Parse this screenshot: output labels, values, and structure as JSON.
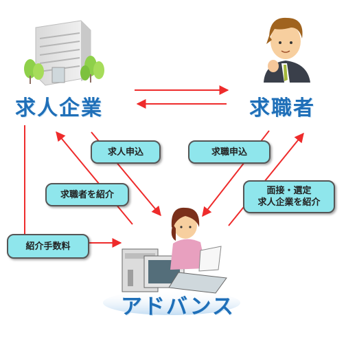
{
  "nodes": {
    "company": "求人企業",
    "job_seeker": "求職者",
    "advance": "アドバンス"
  },
  "flows": {
    "job_offer_application": "求人申込",
    "job_search_application": "求職申込",
    "introduce_seeker": "求職者を紹介",
    "interview_selection": "面接・選定",
    "introduce_company": "求人企業を紹介",
    "referral_fee": "紹介手数料"
  },
  "colors": {
    "arrow": "#ee2b2b",
    "label_box": "#8fe6ec",
    "node_text": "#1f6fb8"
  }
}
